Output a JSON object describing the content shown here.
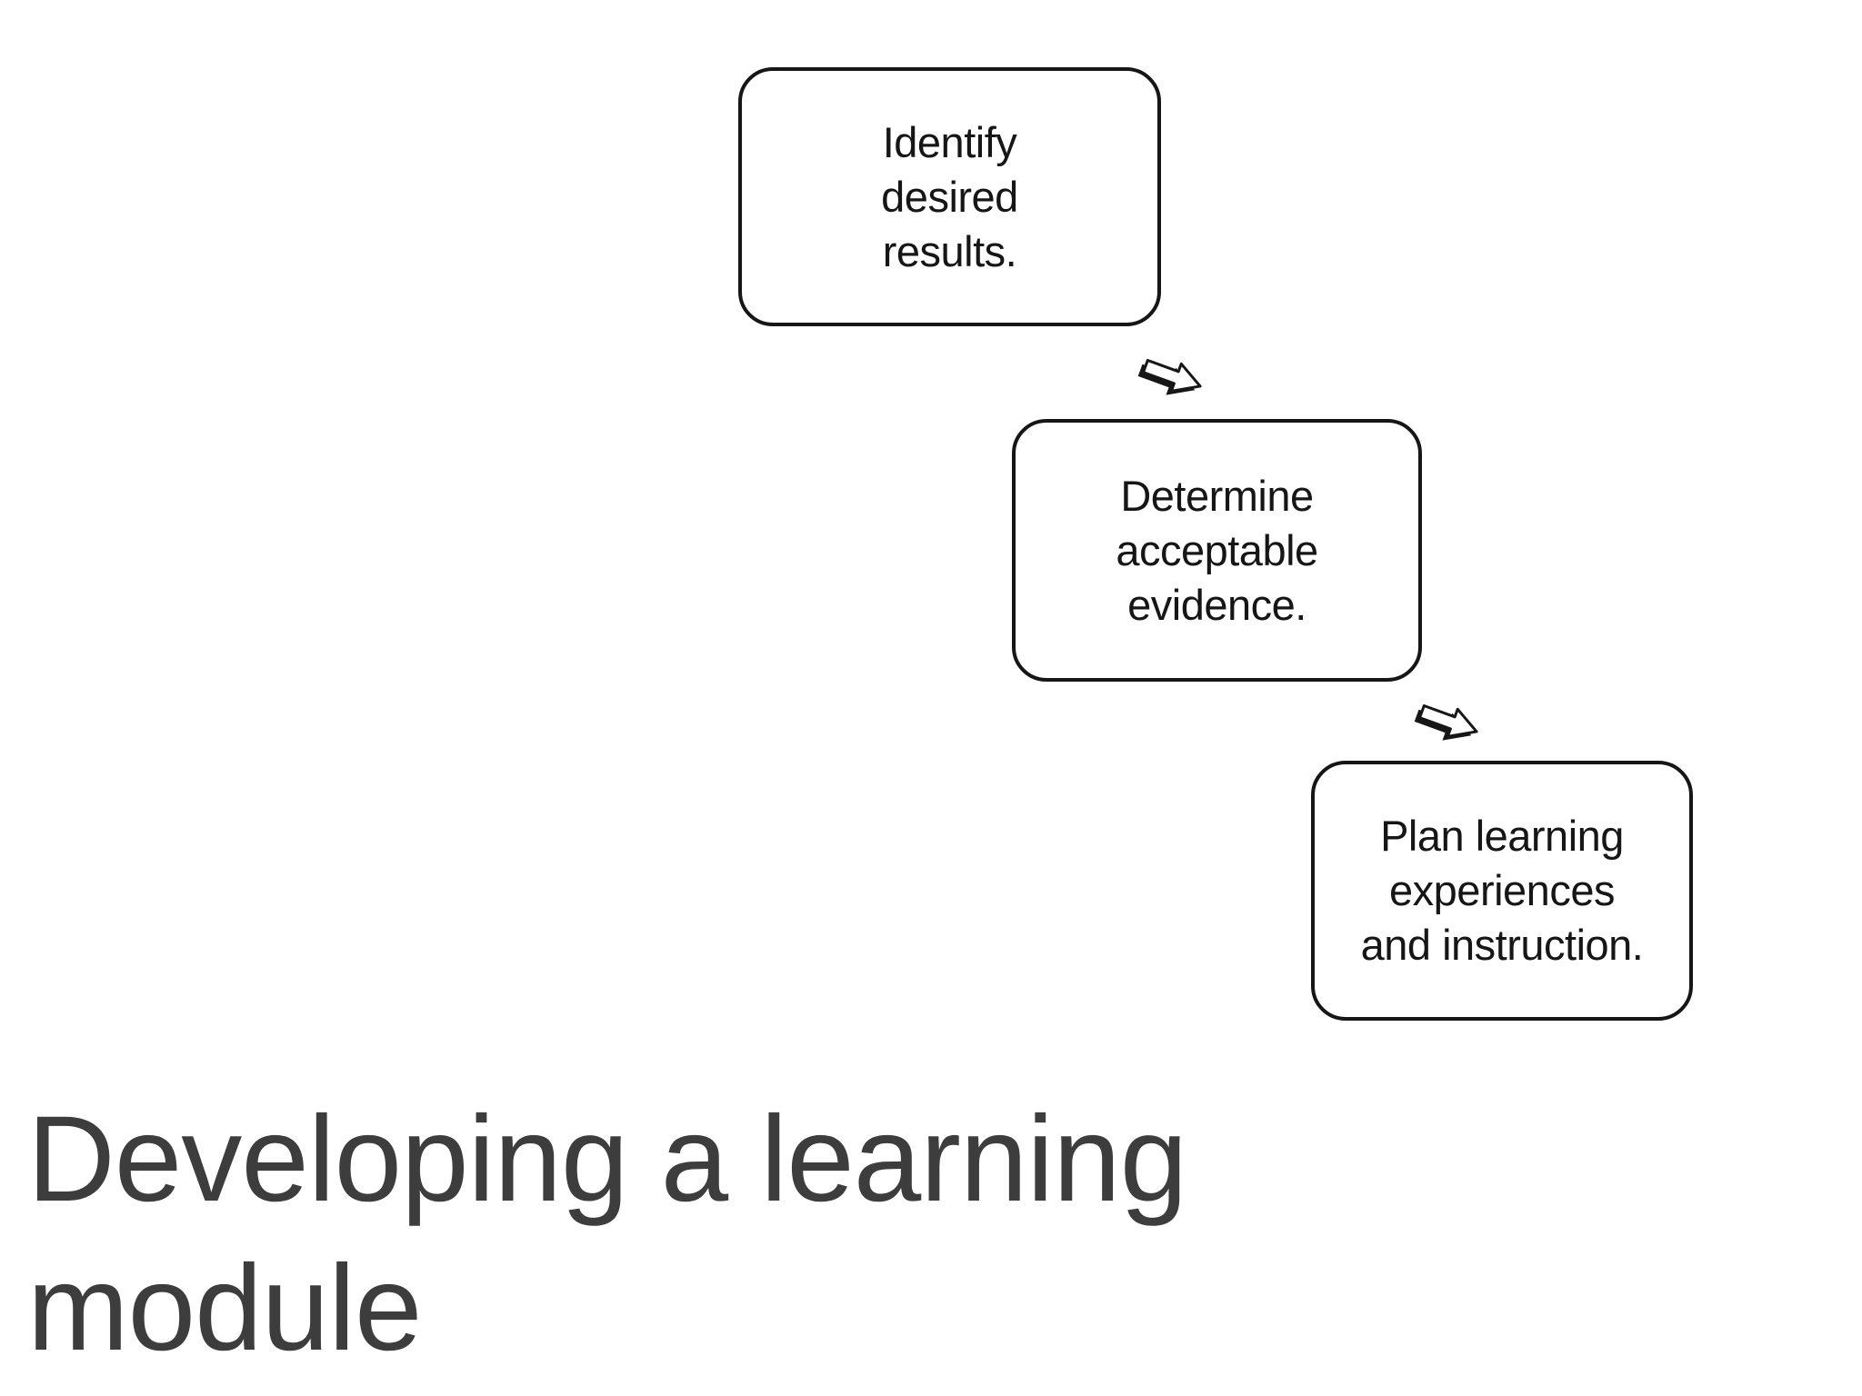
{
  "title": {
    "text": "Developing a learning module"
  },
  "diagram": {
    "boxes": [
      {
        "name": "identify-desired-results",
        "lines": [
          "Identify",
          "desired",
          "results."
        ]
      },
      {
        "name": "determine-acceptable-evidence",
        "lines": [
          "Determine",
          "acceptable",
          "evidence."
        ]
      },
      {
        "name": "plan-learning-experiences",
        "lines": [
          "Plan learning",
          "experiences",
          "and instruction."
        ]
      }
    ],
    "arrows": [
      {
        "icon": "down-right-arrow-icon",
        "direction": "down-right"
      },
      {
        "icon": "down-right-arrow-icon",
        "direction": "down-right"
      }
    ]
  },
  "colors": {
    "background": "#ffffff",
    "box_border": "#161616",
    "box_text": "#161616",
    "arrow": "#161616",
    "title": "#3d3d3d"
  }
}
